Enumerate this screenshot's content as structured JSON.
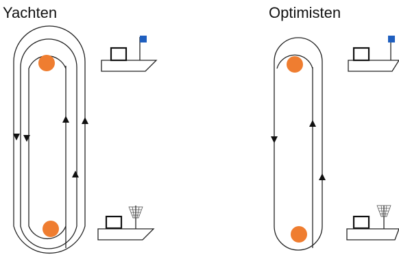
{
  "diagram": {
    "panels": [
      {
        "title": "Yachten",
        "laps": 2
      },
      {
        "title": "Optimisten",
        "laps": 1
      }
    ],
    "colors": {
      "mark": "#ef7d30",
      "committee_flag": "#1f5fbf",
      "line": "#222222"
    },
    "icons": {
      "committee_boat": "boat-with-square-flag",
      "finish_boat": "boat-with-mesh-flag",
      "mark": "orange-circle-buoy",
      "arrow": "triangle-arrowhead"
    }
  }
}
